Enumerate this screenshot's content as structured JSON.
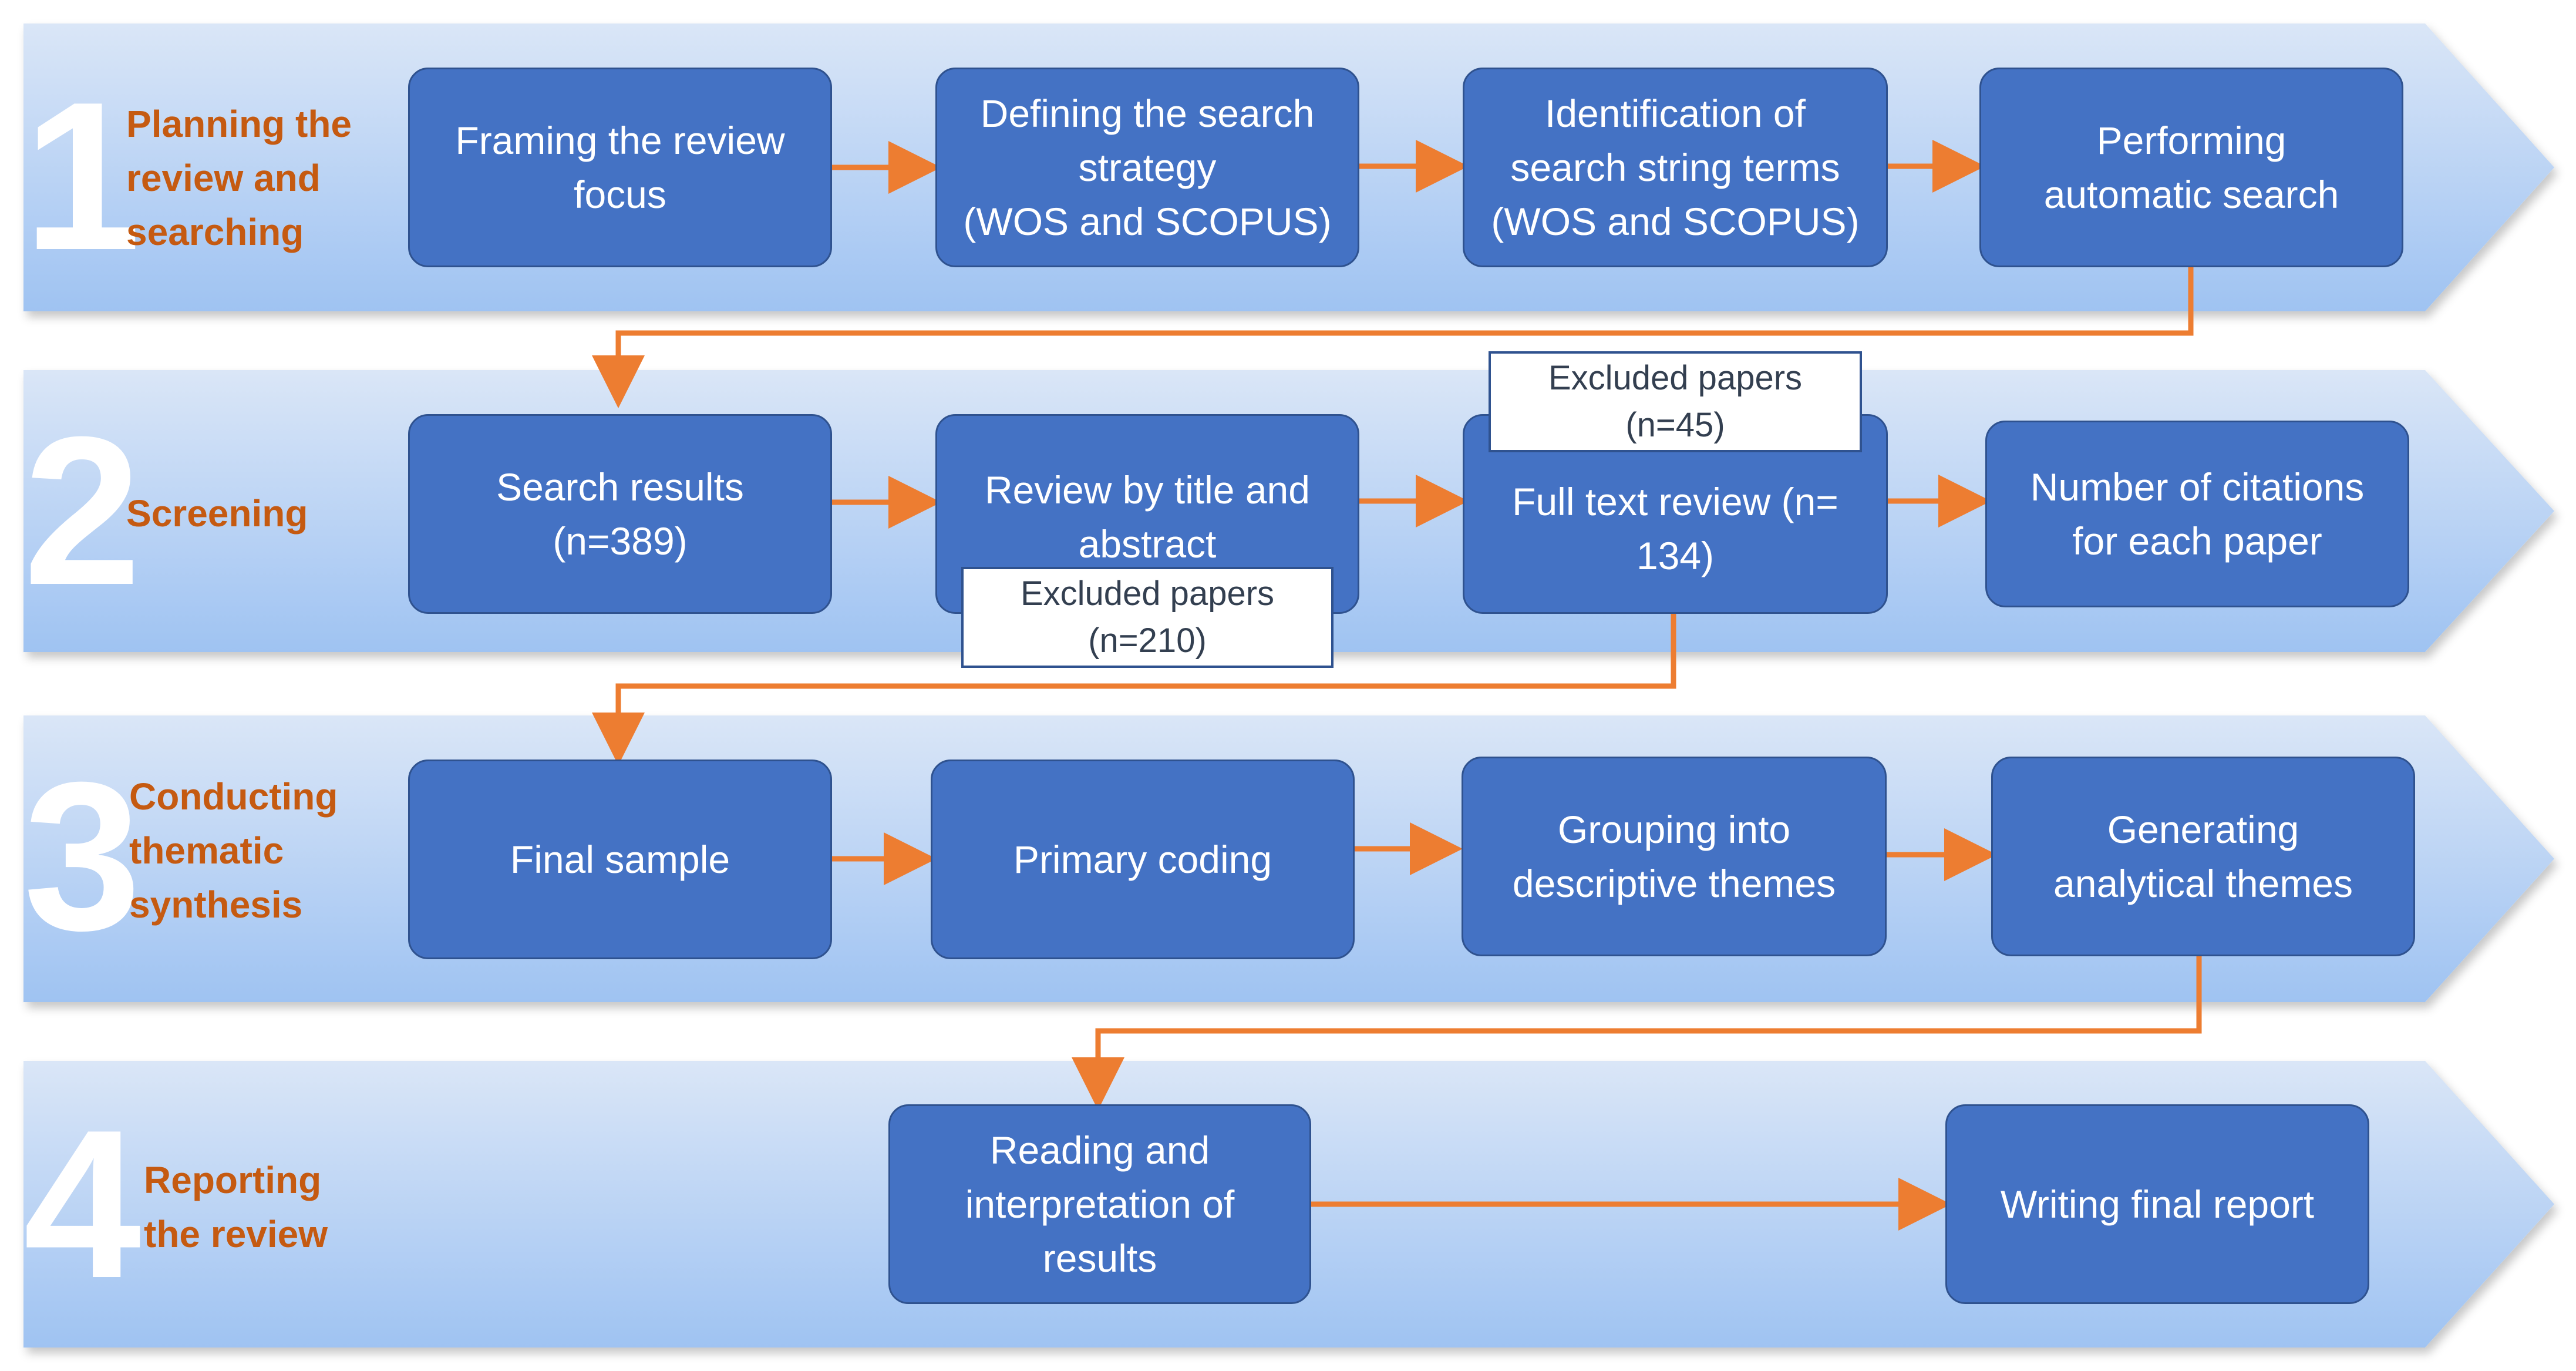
{
  "colors": {
    "box_fill": "#4472c4",
    "box_border": "#2f528f",
    "arrow": "#ed7d31",
    "stage_title": "#c55a11",
    "band_light": "#dae6f7",
    "band_dark": "#9fc3f2"
  },
  "stages": [
    {
      "number": "1",
      "title": "Planning the\nreview and\nsearching"
    },
    {
      "number": "2",
      "title": "Screening"
    },
    {
      "number": "3",
      "title": "Conducting\nthematic\nsynthesis"
    },
    {
      "number": "4",
      "title": "Reporting\nthe review"
    }
  ],
  "boxes": {
    "framing": "Framing the review\nfocus",
    "defining": "Defining the search\nstrategy\n(WOS and SCOPUS)",
    "identification": "Identification of\nsearch string terms\n(WOS and SCOPUS)",
    "performing": "Performing\nautomatic search",
    "search_results": "Search results\n(n=389)",
    "review_title": "Review by title and\nabstract",
    "full_text": "Full text review (n=\n134)",
    "citations": "Number of citations\nfor each paper",
    "final_sample": "Final sample",
    "primary_coding": "Primary coding",
    "grouping": "Grouping into\ndescriptive themes",
    "generating": "Generating\nanalytical themes",
    "reading": "Reading and\ninterpretation of\nresults",
    "writing": "Writing final report"
  },
  "notes": {
    "excluded_45": "Excluded papers\n(n=45)",
    "excluded_210": "Excluded papers\n(n=210)"
  }
}
